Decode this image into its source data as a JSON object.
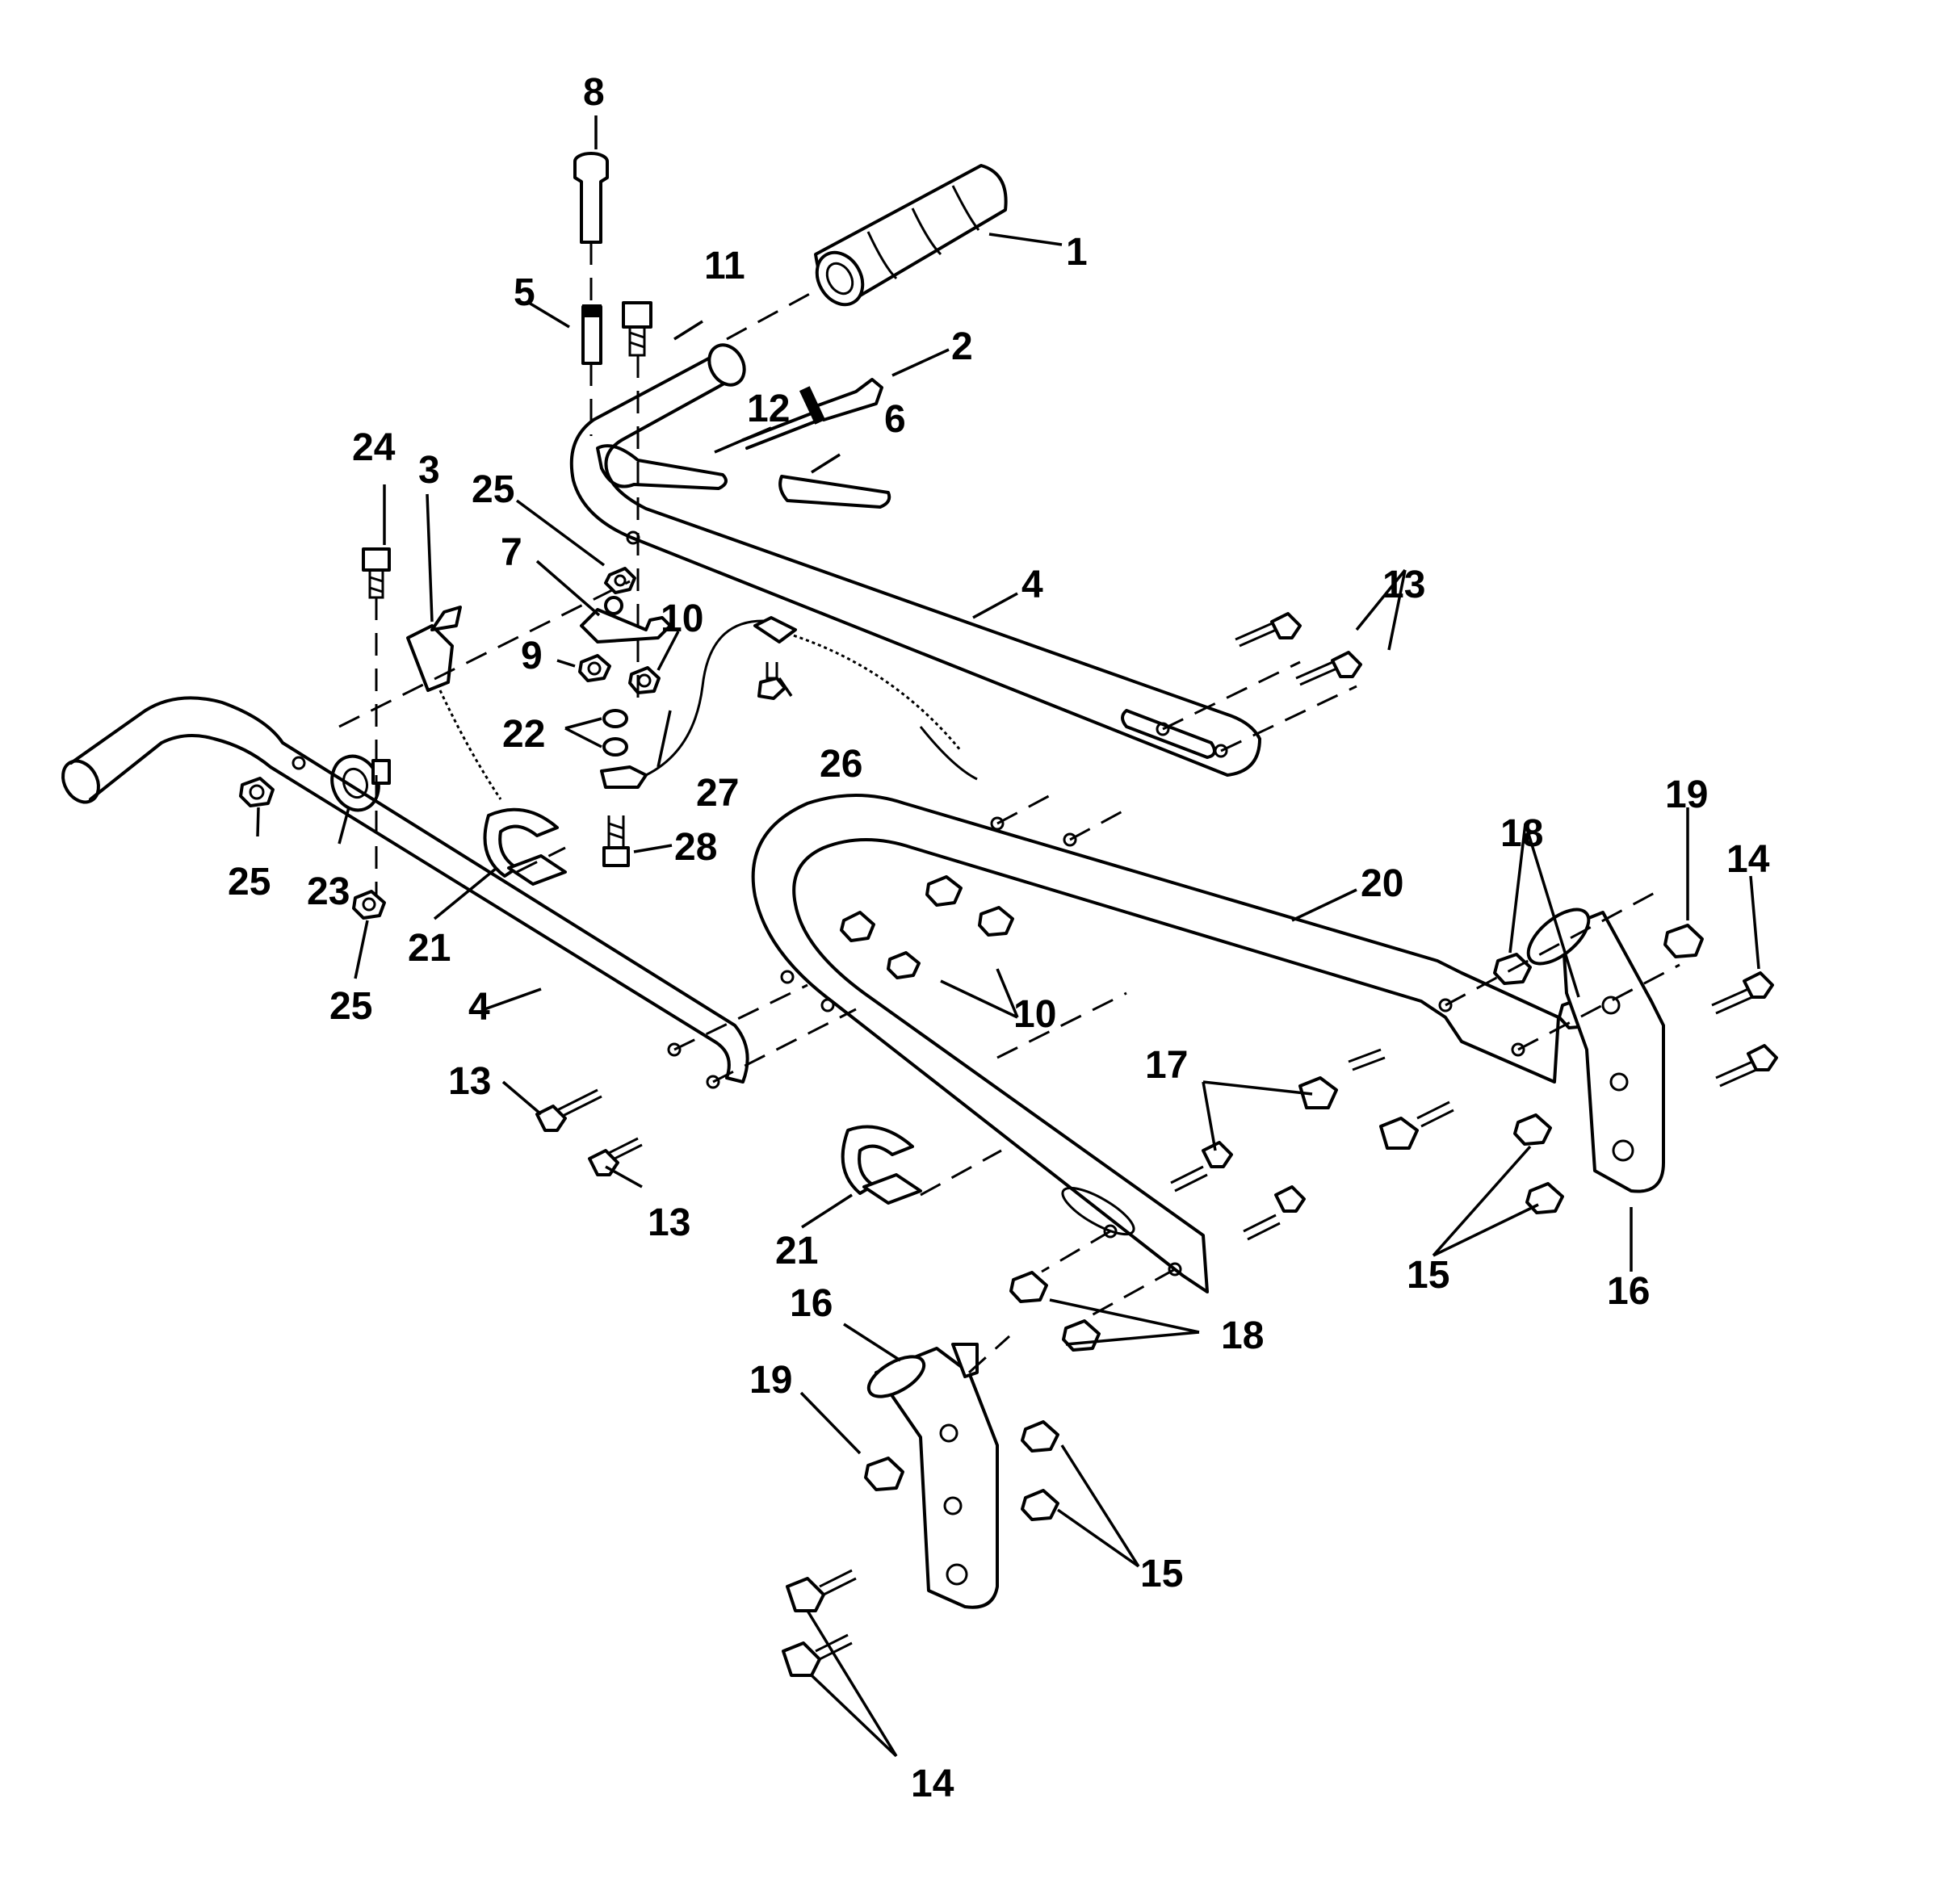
{
  "figure": {
    "callouts": [
      {
        "id": "c1",
        "text": "1"
      },
      {
        "id": "c2",
        "text": "2"
      },
      {
        "id": "c3",
        "text": "3"
      },
      {
        "id": "c4a",
        "text": "4"
      },
      {
        "id": "c4b",
        "text": "4"
      },
      {
        "id": "c5",
        "text": "5"
      },
      {
        "id": "c6",
        "text": "6"
      },
      {
        "id": "c7",
        "text": "7"
      },
      {
        "id": "c8",
        "text": "8"
      },
      {
        "id": "c9",
        "text": "9"
      },
      {
        "id": "c10a",
        "text": "10"
      },
      {
        "id": "c10b",
        "text": "10"
      },
      {
        "id": "c11",
        "text": "11"
      },
      {
        "id": "c12",
        "text": "12"
      },
      {
        "id": "c13a",
        "text": "13"
      },
      {
        "id": "c13b",
        "text": "13"
      },
      {
        "id": "c13c",
        "text": "13"
      },
      {
        "id": "c14a",
        "text": "14"
      },
      {
        "id": "c14b",
        "text": "14"
      },
      {
        "id": "c15a",
        "text": "15"
      },
      {
        "id": "c15b",
        "text": "15"
      },
      {
        "id": "c16a",
        "text": "16"
      },
      {
        "id": "c16b",
        "text": "16"
      },
      {
        "id": "c17",
        "text": "17"
      },
      {
        "id": "c18a",
        "text": "18"
      },
      {
        "id": "c18b",
        "text": "18"
      },
      {
        "id": "c19a",
        "text": "19"
      },
      {
        "id": "c19b",
        "text": "19"
      },
      {
        "id": "c20",
        "text": "20"
      },
      {
        "id": "c21a",
        "text": "21"
      },
      {
        "id": "c21b",
        "text": "21"
      },
      {
        "id": "c22",
        "text": "22"
      },
      {
        "id": "c23",
        "text": "23"
      },
      {
        "id": "c24",
        "text": "24"
      },
      {
        "id": "c25a",
        "text": "25"
      },
      {
        "id": "c25b",
        "text": "25"
      },
      {
        "id": "c25c",
        "text": "25"
      },
      {
        "id": "c26",
        "text": "26"
      },
      {
        "id": "c27",
        "text": "27"
      },
      {
        "id": "c28",
        "text": "28"
      }
    ]
  }
}
